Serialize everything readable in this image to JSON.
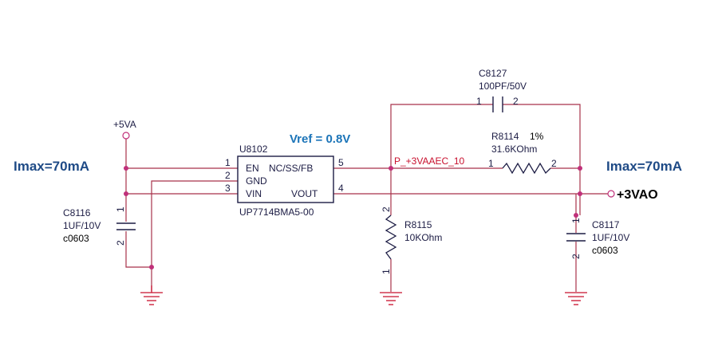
{
  "annotations": {
    "imax_left": "Imax=70mA",
    "imax_right": "Imax=70mA",
    "vref": "Vref = 0.8V"
  },
  "power": {
    "input_rail": "+5VA",
    "output_rail": "+3VAO"
  },
  "ic": {
    "refdes": "U8102",
    "part": "UP7714BMA5-00",
    "pins": {
      "en": "EN",
      "gnd": "GND",
      "vin": "VIN",
      "fb": "NC/SS/FB",
      "vout": "VOUT",
      "num_en": "1",
      "num_gnd": "2",
      "num_vin": "3",
      "num_fb": "5",
      "num_vout": "4"
    }
  },
  "net_fb": "P_+3VAAEC_10",
  "components": {
    "c8127": {
      "ref": "C8127",
      "value": "100PF/50V",
      "pin1": "1",
      "pin2": "2"
    },
    "r8114": {
      "ref": "R8114",
      "tol": "1%",
      "value": "31.6KOhm",
      "pin1": "1",
      "pin2": "2"
    },
    "r8115": {
      "ref": "R8115",
      "value": "10KOhm",
      "pin_top": "2",
      "pin_bot": "1"
    },
    "c8116": {
      "ref": "C8116",
      "value": "1UF/10V",
      "pkg": "c0603",
      "pin_top": "1",
      "pin_bot": "2"
    },
    "c8117": {
      "ref": "C8117",
      "value": "1UF/10V",
      "pkg": "c0603",
      "pin_top": "1",
      "pin_bot": "2"
    }
  },
  "colors": {
    "wire": "#a8324a",
    "junction": "#c0307a",
    "body": "#1c1c44",
    "ground": "#c8102e",
    "label_blue": "#1e4a86",
    "vref_blue": "#1b74b8"
  }
}
